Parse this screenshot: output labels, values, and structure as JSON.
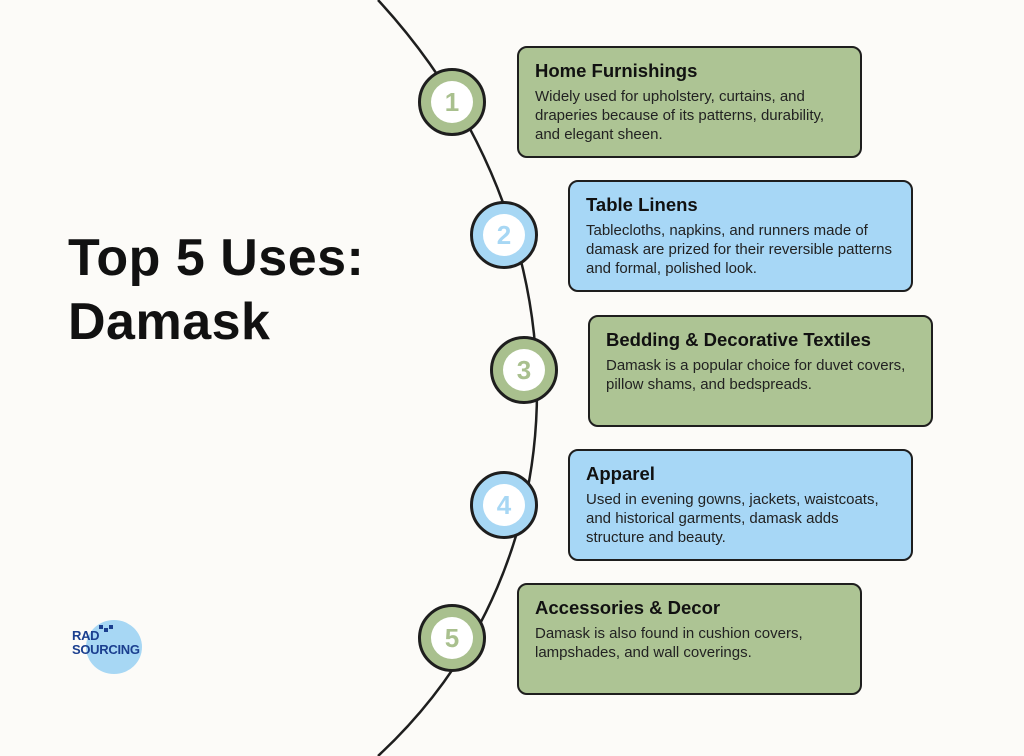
{
  "title": {
    "line1": "Top 5 Uses:",
    "line2": "Damask"
  },
  "colors": {
    "green": "#adc494",
    "blue": "#a7d7f6",
    "logo_text": "#1b3f8f"
  },
  "items": [
    {
      "number": "1",
      "color": "green",
      "heading": "Home Furnishings",
      "body": "Widely used for upholstery, curtains, and draperies because of its patterns, durability, and elegant sheen."
    },
    {
      "number": "2",
      "color": "blue",
      "heading": "Table Linens",
      "body": "Tablecloths, napkins, and runners made of damask are prized for their reversible patterns and formal, polished look."
    },
    {
      "number": "3",
      "color": "green",
      "heading": "Bedding & Decorative Textiles",
      "body": "Damask is a popular choice for duvet covers, pillow shams, and bedspreads."
    },
    {
      "number": "4",
      "color": "blue",
      "heading": "Apparel",
      "body": "Used in evening gowns, jackets, waistcoats, and historical garments, damask adds structure and beauty."
    },
    {
      "number": "5",
      "color": "green",
      "heading": "Accessories & Decor",
      "body": "Damask is also found in cushion covers, lampshades, and wall coverings."
    }
  ],
  "logo": {
    "line1": "RAD",
    "line2": "SOURCING"
  }
}
